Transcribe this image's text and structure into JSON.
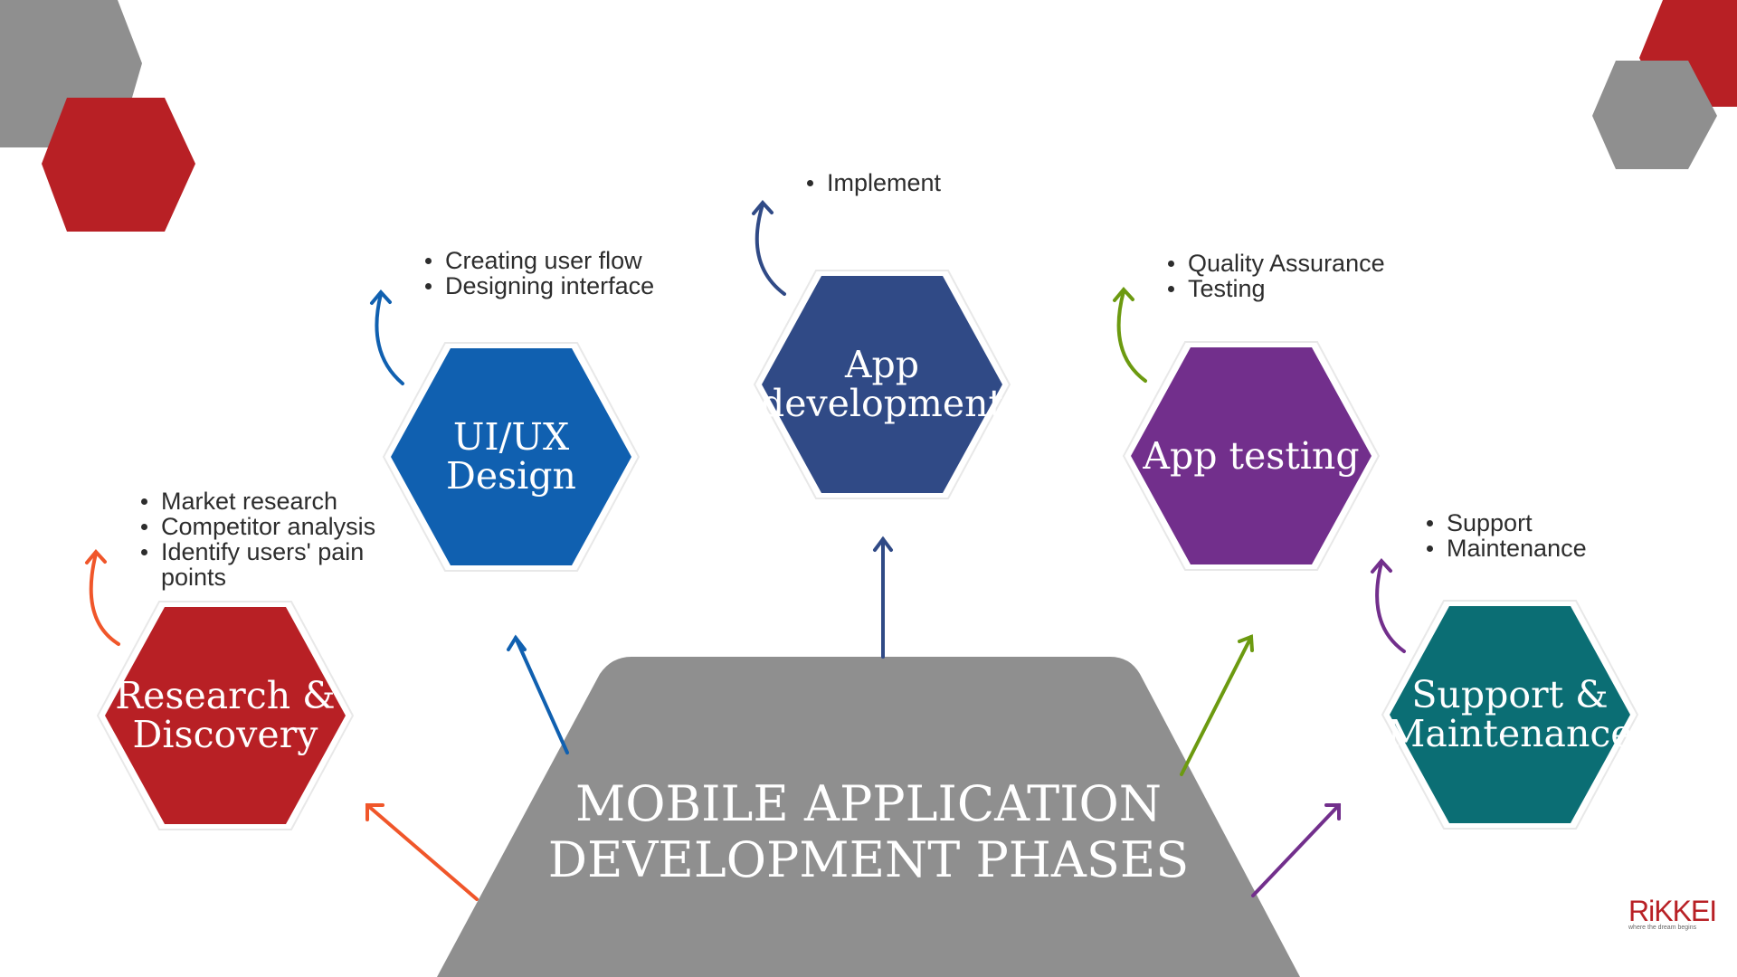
{
  "title": {
    "line1": "MOBILE APPLICATION",
    "line2": "DEVELOPMENT PHASES"
  },
  "colors": {
    "red": "#b82025",
    "gray": "#8f8f8f",
    "blue": "#1060b0",
    "navy": "#304a86",
    "purple": "#722f8c",
    "teal": "#0b6e74",
    "orange_arrow": "#f0562a",
    "green_arrow": "#6c9a10"
  },
  "phases": [
    {
      "label": "Research &\nDiscovery",
      "color": "#b82025",
      "bullets": [
        "Market research",
        "Competitor analysis",
        "Identify users' pain points"
      ]
    },
    {
      "label": "UI/UX\nDesign",
      "color": "#1060b0",
      "bullets": [
        "Creating user flow",
        "Designing interface"
      ]
    },
    {
      "label": "App\ndevelopment",
      "color": "#304a86",
      "bullets": [
        "Implement"
      ]
    },
    {
      "label": "App testing",
      "color": "#722f8c",
      "bullets": [
        "Quality Assurance",
        "Testing"
      ]
    },
    {
      "label": "Support &\nMaintenance",
      "color": "#0b6e74",
      "bullets": [
        "Support",
        "Maintenance"
      ]
    }
  ],
  "logo": {
    "mark": "RiKKEI",
    "tagline": "where the dream begins"
  }
}
